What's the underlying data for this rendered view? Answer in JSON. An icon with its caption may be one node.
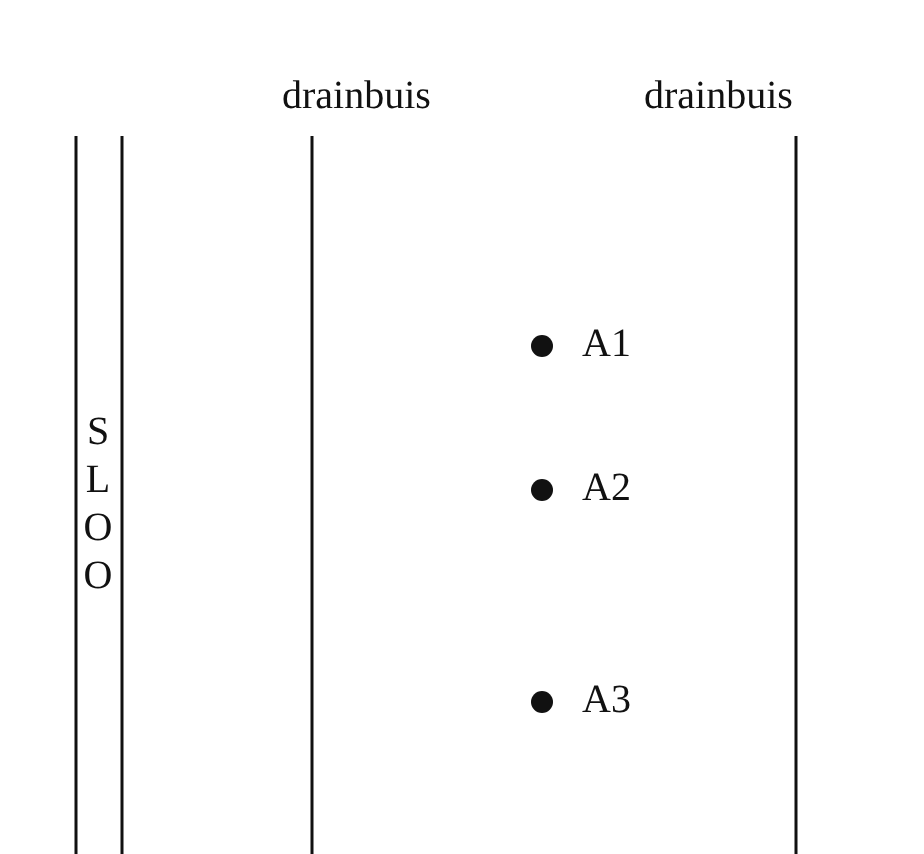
{
  "diagram": {
    "labels": [
      "drainbuis",
      "drainbuis",
      "SLOO",
      "A1",
      "A2",
      "A3"
    ]
  }
}
